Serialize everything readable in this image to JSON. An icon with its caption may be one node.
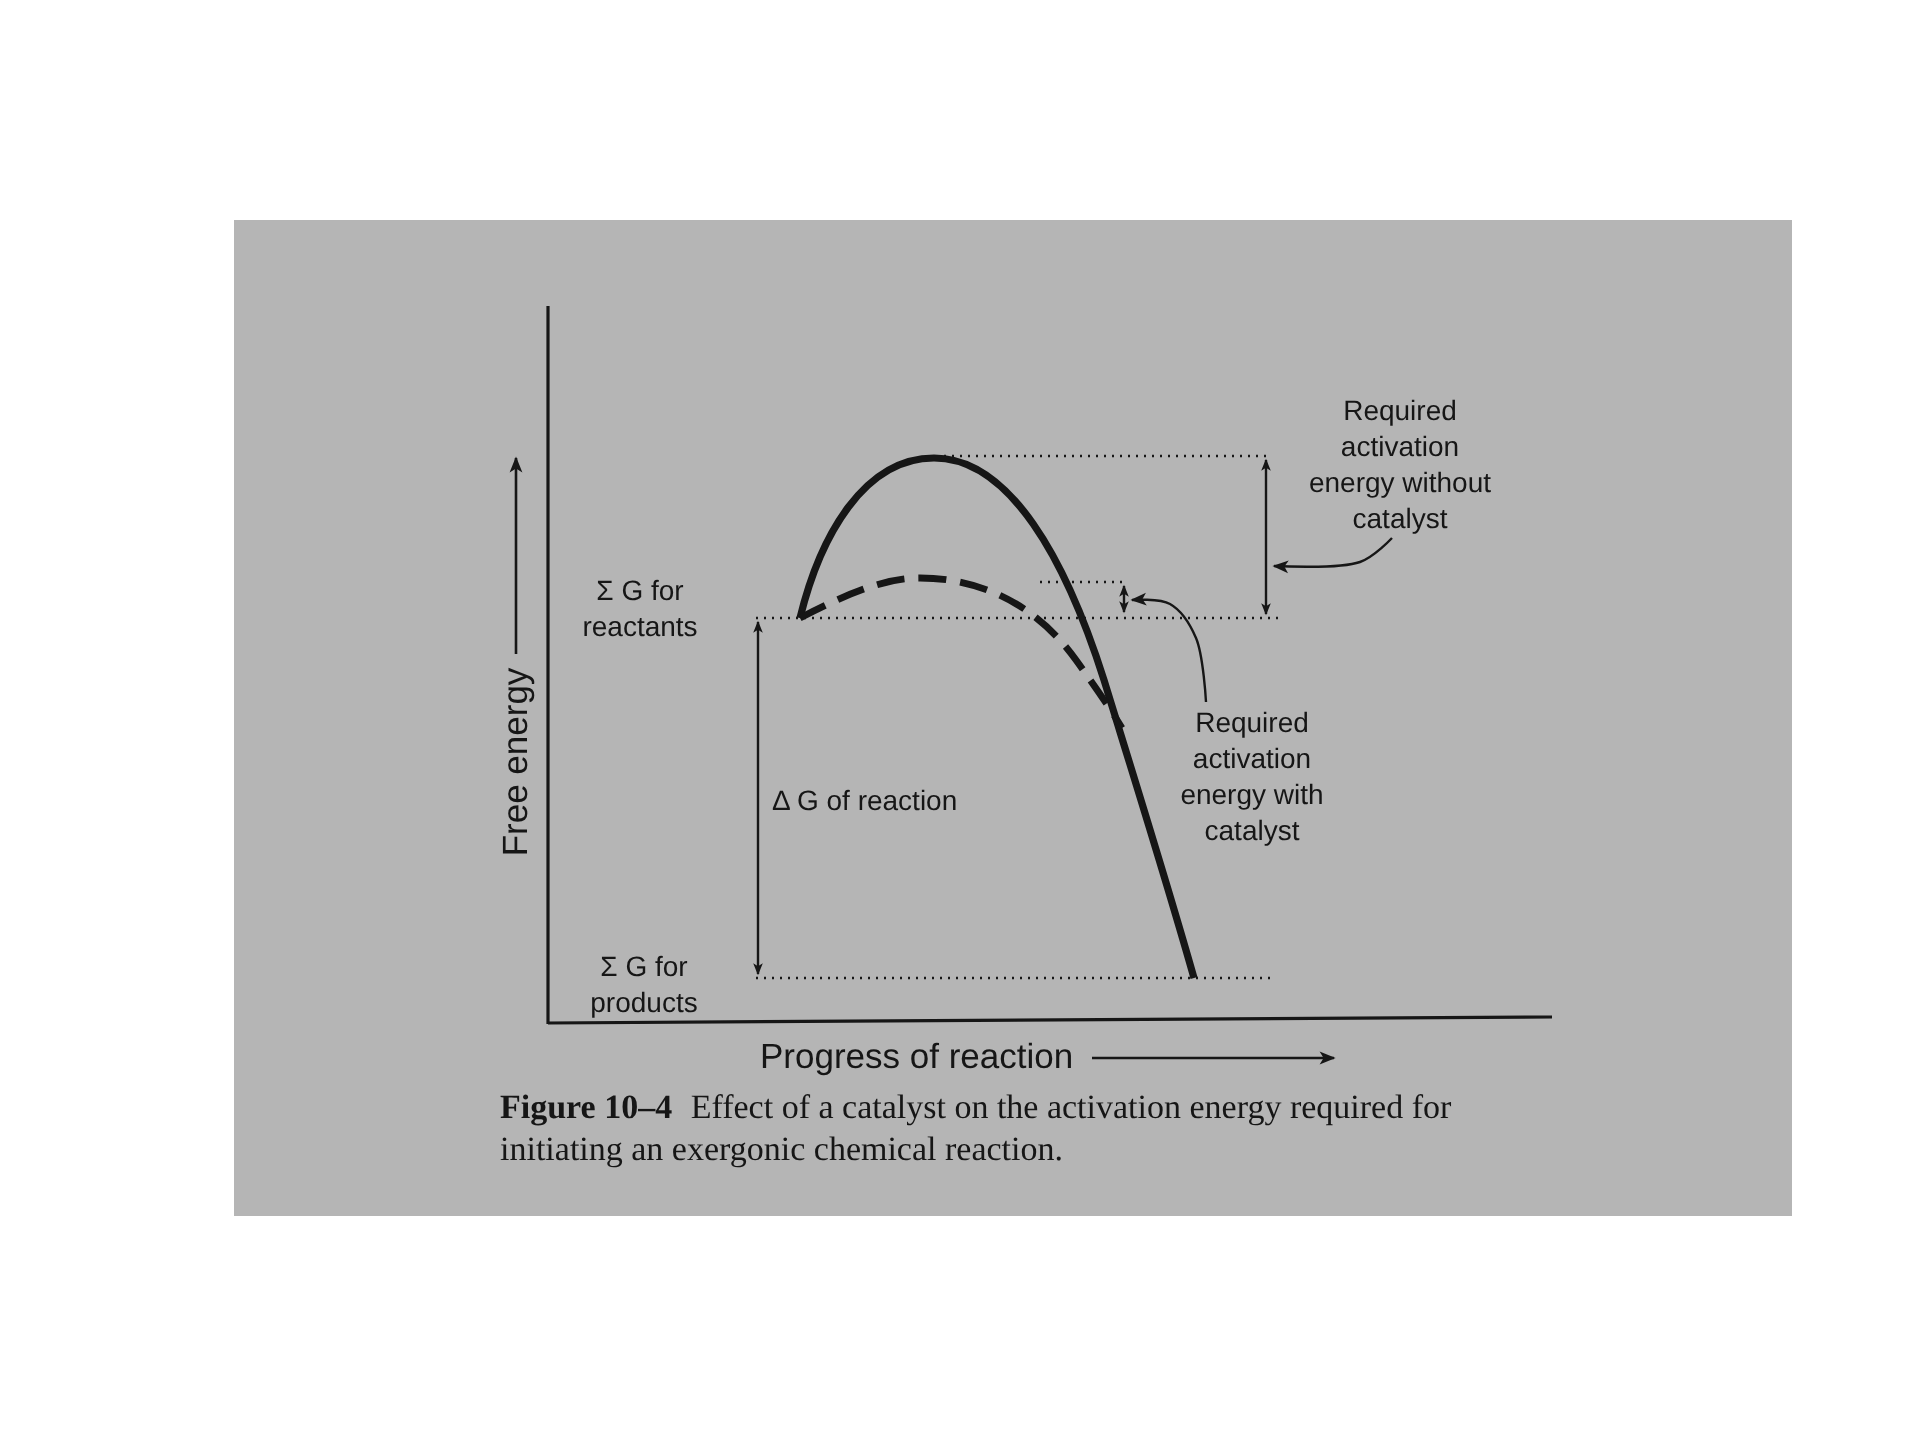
{
  "diagram": {
    "caption": "**Figure 10–4** Effect of a catalyst on the activation energy required for initiating an exergonic chemical reaction.",
    "nodes": [
      {
        "text": [
          "Required activation energy without catalyst"
        ]
      },
      {
        "text": [],
        "shape": "arrow"
      },
      {
        "text": [],
        "shape": "arrow"
      },
      {
        "text": [
          "Required activation energy with catalyst"
        ]
      }
    ],
    "edges": [
      {
        "from": 0,
        "to": 1,
        "arrow": "to"
      },
      {
        "from": 3,
        "to": 2,
        "arrow": "to"
      }
    ],
    "labels": [
      "Free energy",
      "Σ G for reactants",
      "Δ G of reaction",
      "Σ G for products",
      "Progress of reaction"
    ]
  }
}
